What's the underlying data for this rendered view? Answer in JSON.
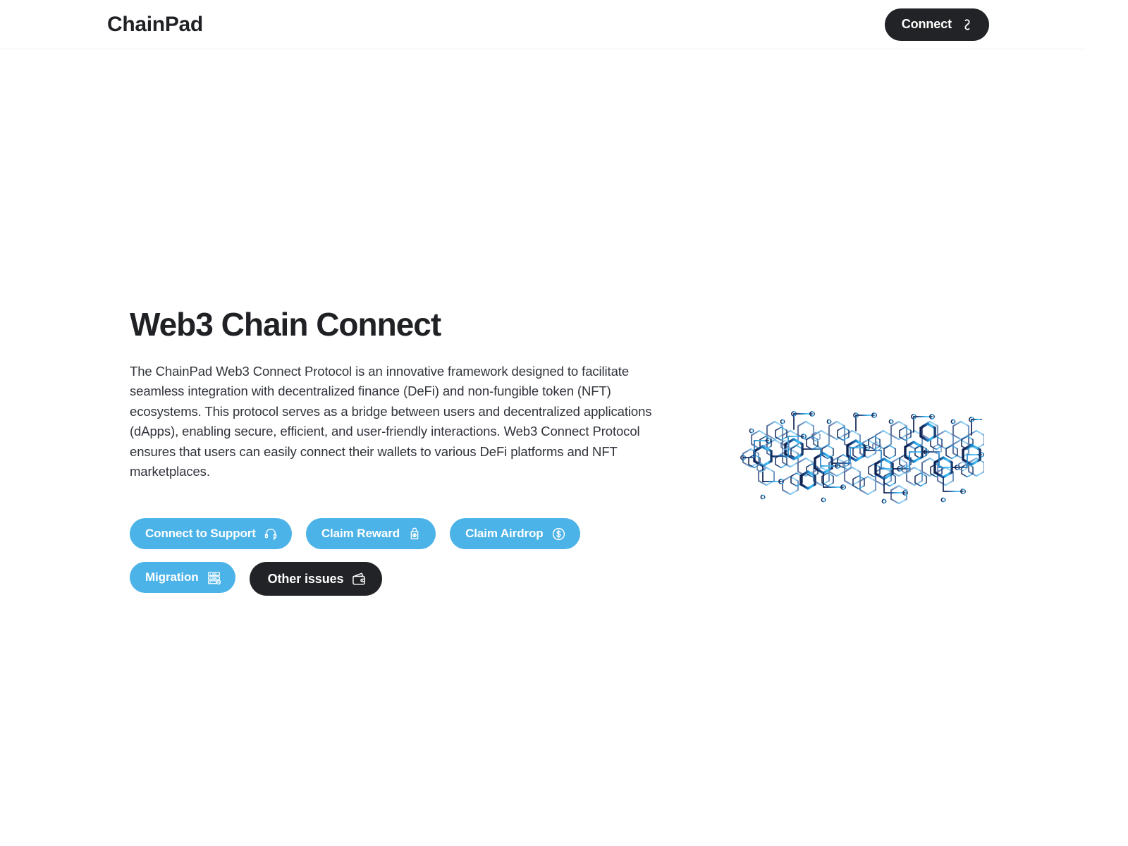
{
  "header": {
    "brand": "ChainPad",
    "connect_button": {
      "label": "Connect",
      "icon": "chain-link-icon"
    }
  },
  "hero": {
    "title": "Web3 Chain Connect",
    "paragraph": "The ChainPad Web3 Connect Protocol is an innovative framework designed to facilitate seamless integration with decentralized finance (DeFi) and non-fungible token (NFT) ecosystems. This protocol serves as a bridge between users and decentralized applications (dApps), enabling secure, efficient, and user-friendly interactions. Web3 Connect Protocol ensures that users can easily connect their wallets to various DeFi platforms and NFT marketplaces.",
    "artwork_alt": "blockchain-hexagon-network-graphic"
  },
  "actions": [
    {
      "label": "Connect to Support",
      "icon": "headset-icon",
      "style": "blue"
    },
    {
      "label": "Claim Reward",
      "icon": "money-bag-icon",
      "style": "blue"
    },
    {
      "label": "Claim Airdrop",
      "icon": "dollar-circle-icon",
      "style": "blue"
    },
    {
      "label": "Migration",
      "icon": "server-stack-icon",
      "style": "blue"
    },
    {
      "label": "Other issues",
      "icon": "wallet-icon",
      "style": "dark"
    }
  ],
  "colors": {
    "accent_blue": "#4cb3e8",
    "dark": "#222326",
    "text": "#30333a",
    "heading": "#1f2124",
    "background": "#ffffff",
    "border": "#f0f0f2",
    "art_dark_navy": "#14285a",
    "art_mid_blue": "#1b6fb5",
    "art_light_blue": "#3fb6ef"
  }
}
